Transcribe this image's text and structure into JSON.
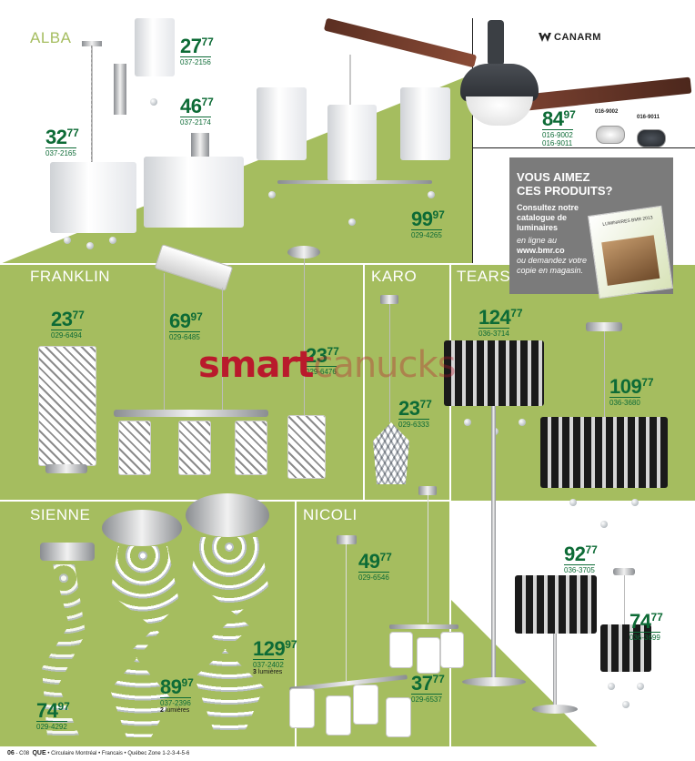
{
  "brand": "CANARM",
  "watermark": {
    "part1": "smart",
    "part2": "canucks"
  },
  "series": {
    "alba": "ALBA",
    "franklin": "FRANKLIN",
    "karo": "KARO",
    "tears": "TEARS",
    "sienne": "SIENNE",
    "nicoli": "NICOLI"
  },
  "products": {
    "alba_sconce": {
      "int": "27",
      "cents": "77",
      "sku": "037-2156"
    },
    "alba_flush": {
      "int": "46",
      "cents": "77",
      "sku": "037-2174"
    },
    "alba_pendant": {
      "int": "32",
      "cents": "77",
      "sku": "037-2165"
    },
    "alba_chandelier": {
      "int": "99",
      "cents": "97",
      "sku": "029-4265"
    },
    "fan": {
      "int": "84",
      "cents": "97",
      "sku1": "016-9002",
      "sku2": "016-9011"
    },
    "franklin_lamp": {
      "int": "23",
      "cents": "77",
      "sku": "029-6494"
    },
    "franklin_bar": {
      "int": "69",
      "cents": "97",
      "sku": "029-6485"
    },
    "franklin_pendant": {
      "int": "23",
      "cents": "77",
      "sku": "029-6476"
    },
    "karo": {
      "int": "23",
      "cents": "77",
      "sku": "029-6333"
    },
    "tears_floor": {
      "int": "124",
      "cents": "77",
      "sku": "036-3714"
    },
    "tears_pendant": {
      "int": "109",
      "cents": "77",
      "sku": "036-3680"
    },
    "tears_table": {
      "int": "92",
      "cents": "77",
      "sku": "036-3705"
    },
    "tears_small": {
      "int": "74",
      "cents": "77",
      "sku": "036-3699"
    },
    "sienne_small": {
      "int": "74",
      "cents": "97",
      "sku": "029-4292"
    },
    "sienne_med": {
      "int": "89",
      "cents": "97",
      "sku": "037-2396",
      "note_num": "2",
      "note_word": "lumières"
    },
    "sienne_large": {
      "int": "129",
      "cents": "97",
      "sku": "037-2402",
      "note_num": "3",
      "note_word": "lumières"
    },
    "nicoli_2": {
      "int": "49",
      "cents": "77",
      "sku": "029-6546"
    },
    "nicoli_4": {
      "int": "37",
      "cents": "77",
      "sku": "029-6537"
    }
  },
  "swatches": {
    "a": "016-9002",
    "b": "016-9011"
  },
  "promo": {
    "line1": "VOUS AIMEZ",
    "line2": "CES PRODUITS?",
    "body": "Consultez notre catalogue de luminaires",
    "italic1": "en ligne au",
    "url": "www.bmr.co",
    "italic2": "ou demandez votre copie en magasin.",
    "book_title": "LUMINAIRES BMR 2013"
  },
  "footer": {
    "page": "06",
    "code": "- C08",
    "region": "QUE",
    "rest": "• Circulaire Montréal • Francais • Québec Zone 1-2-3-4-5-6"
  },
  "colors": {
    "green": "#a5bd5f",
    "price": "#0d6b36"
  }
}
